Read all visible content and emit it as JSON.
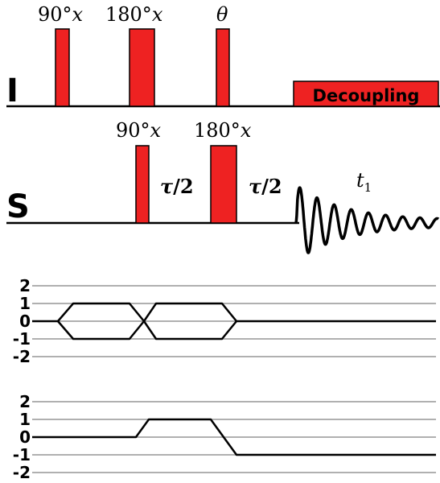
{
  "colors": {
    "pulse": "#ee2222",
    "ink": "#000000",
    "grid": "#b0b0b0",
    "decoupling_text": "#000000"
  },
  "channels": {
    "I": {
      "label": "I",
      "pulses": [
        {
          "phase_label": "90°",
          "axis": "x"
        },
        {
          "phase_label": "180°",
          "axis": "x"
        },
        {
          "phase_label": "",
          "axis": "θ"
        }
      ],
      "decoupling_label": "Decoupling"
    },
    "S": {
      "label": "S",
      "pulses": [
        {
          "phase_label": "90°",
          "axis": "x"
        },
        {
          "phase_label": "180°",
          "axis": "x"
        }
      ],
      "delay1": {
        "symbol": "τ",
        "rest": "/2"
      },
      "delay2": {
        "symbol": "τ",
        "rest": "/2"
      },
      "acquisition": {
        "symbol": "t",
        "subscript": "1"
      }
    }
  },
  "coherence_pathways": [
    {
      "levels": [
        "2",
        "1",
        "0",
        "-1",
        "-2"
      ]
    },
    {
      "levels": [
        "2",
        "1",
        "0",
        "-1",
        "-2"
      ]
    }
  ]
}
